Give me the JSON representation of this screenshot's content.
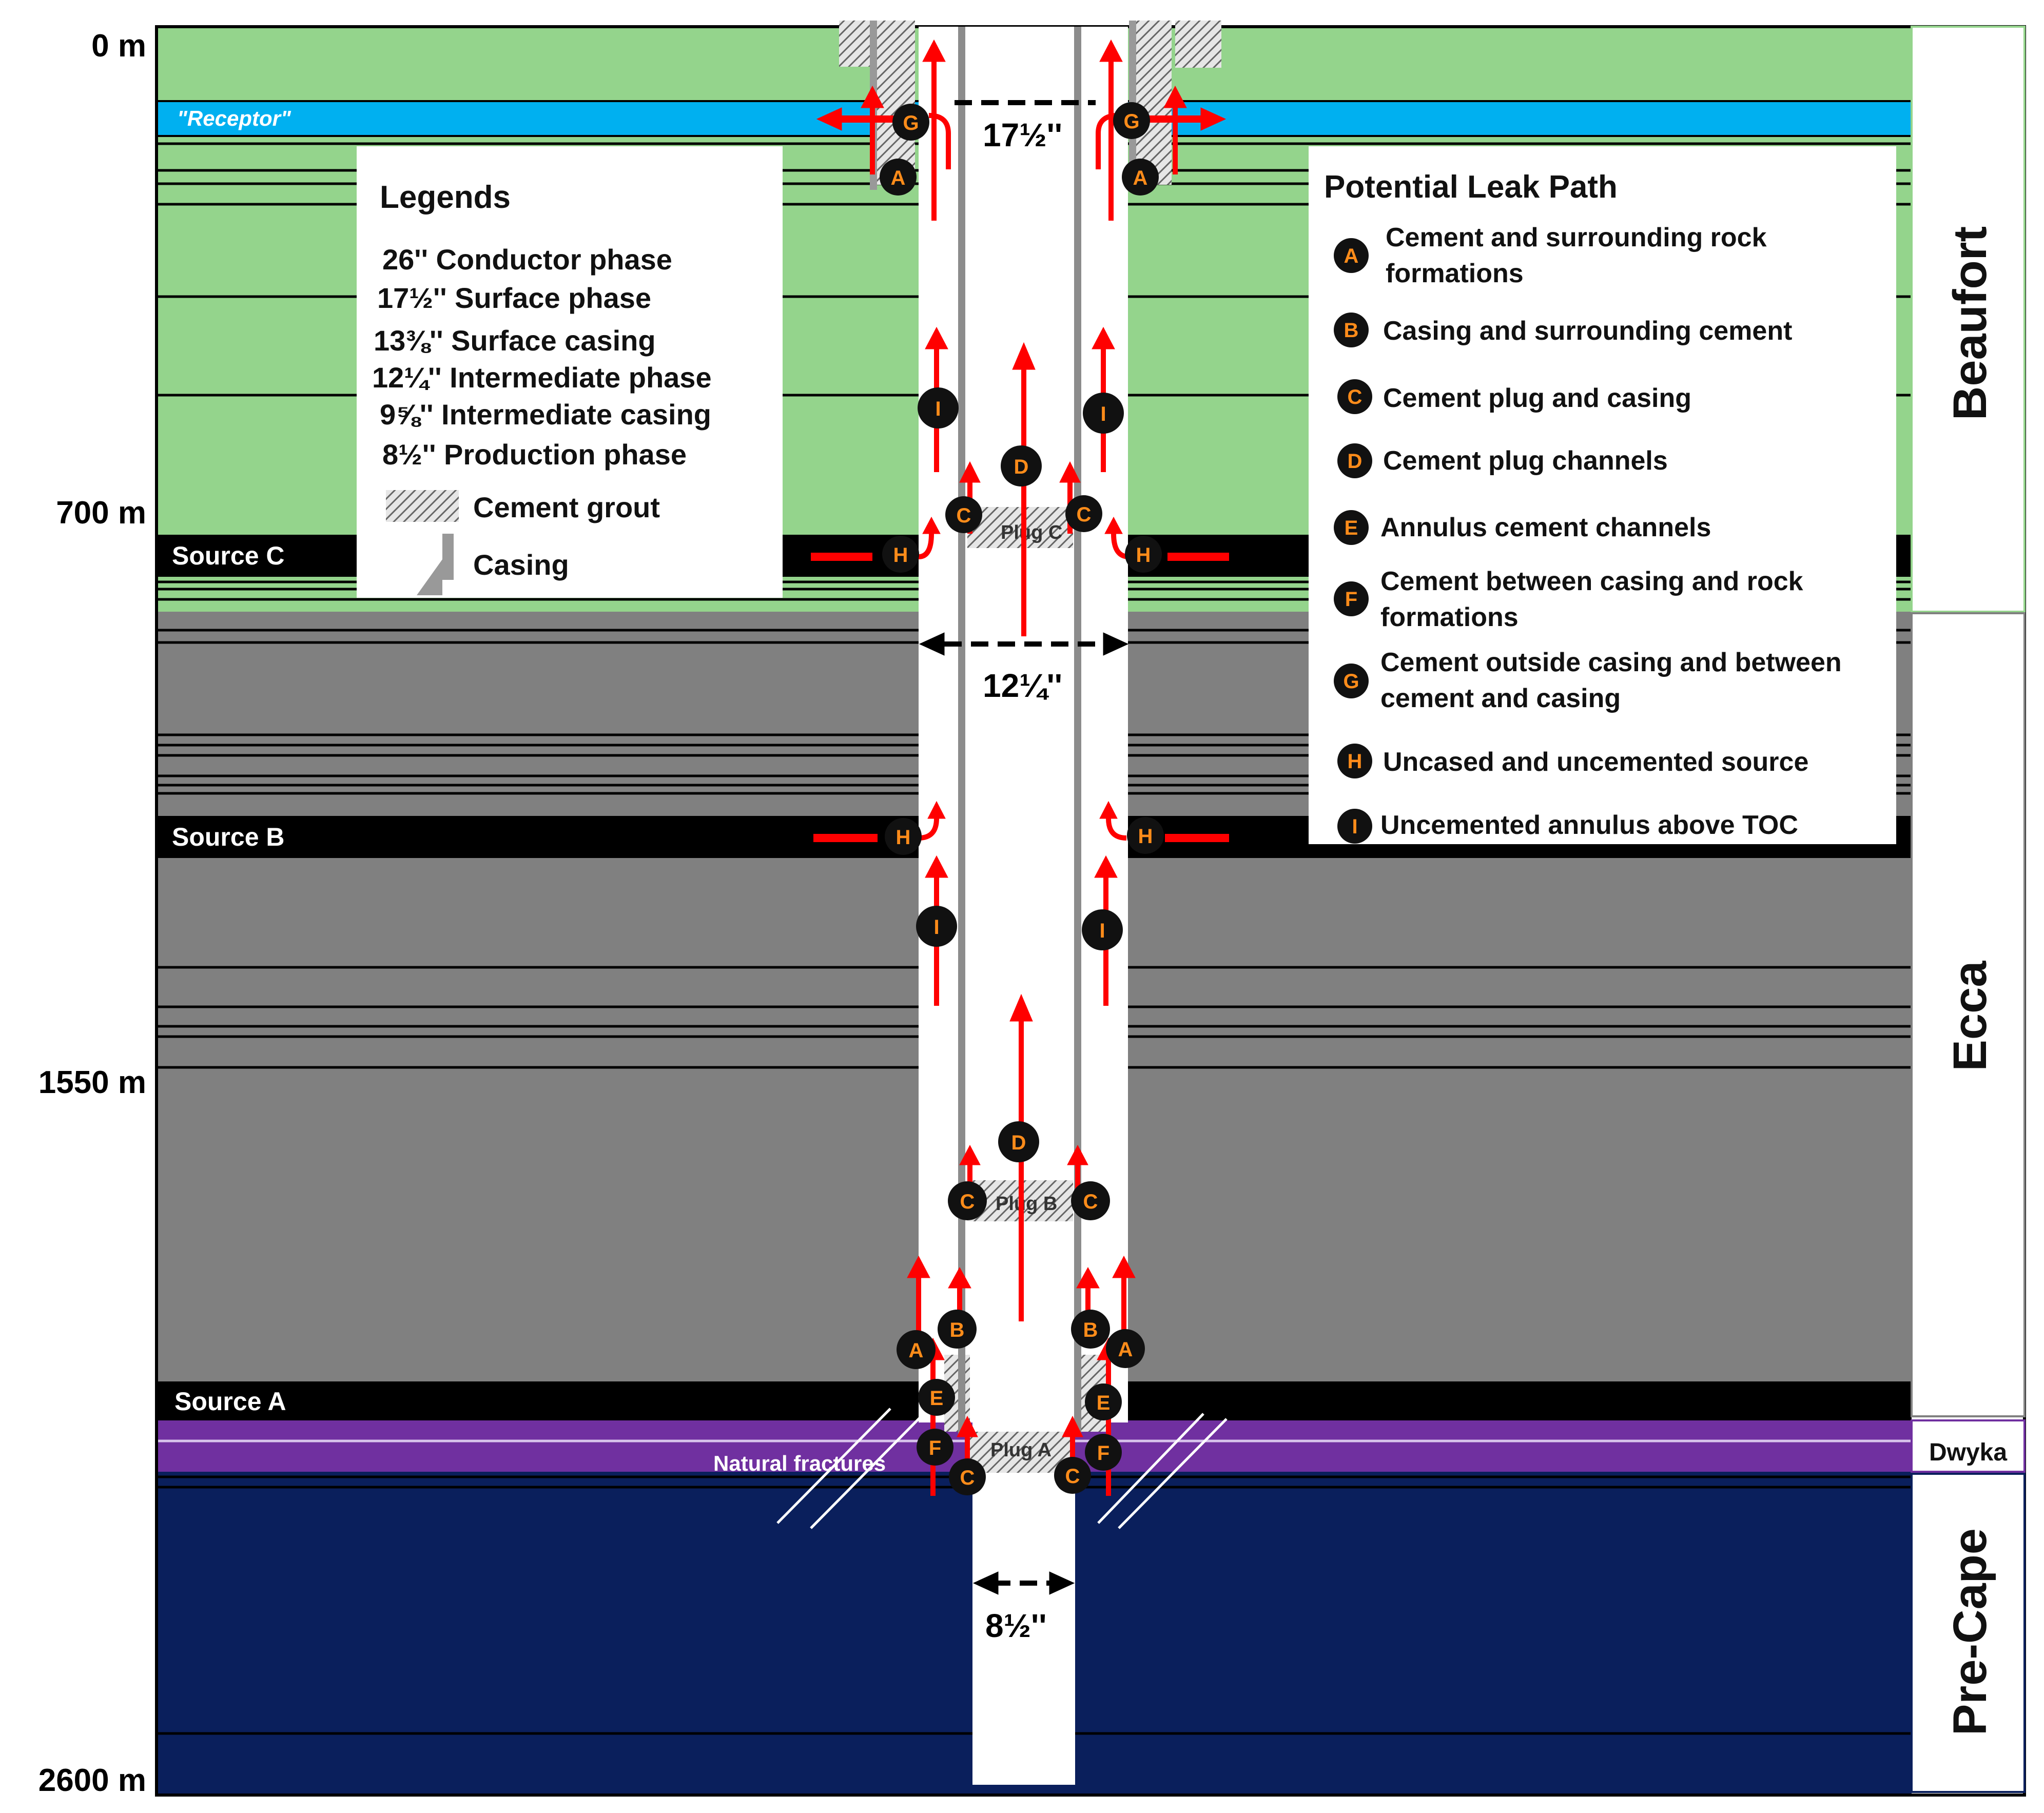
{
  "colors": {
    "beaufort": "#94d48c",
    "receptor": "#00b0f0",
    "ecca": "#808080",
    "dwyka": "#7030a0",
    "precape": "#0a1f5c",
    "source": "#000000",
    "arrow": "#ff0000",
    "badge_fill": "#111111",
    "badge_text": "#ff8c1a"
  },
  "depth_labels": [
    "0 m",
    "700 m",
    "1550 m",
    "2600 m"
  ],
  "layers": {
    "receptor": "\"Receptor\"",
    "source_c": "Source C",
    "source_b": "Source B",
    "source_a": "Source A",
    "natural_fractures": "Natural fractures"
  },
  "plugs": [
    "Plug C",
    "Plug B",
    "Plug A"
  ],
  "hole_widths": [
    "17½''",
    "12¼''",
    "8½''"
  ],
  "legend": {
    "title": "Legends",
    "items": [
      "26'' Conductor phase",
      "17½'' Surface phase",
      "13⅜'' Surface casing",
      "12¼'' Intermediate phase",
      "9⅝'' Intermediate casing",
      "8½'' Production phase"
    ],
    "cement": "Cement grout",
    "casing": "Casing"
  },
  "leak_paths": {
    "title": "Potential Leak Path",
    "items": [
      {
        "letter": "A",
        "lines": [
          "Cement and surrounding rock",
          "formations"
        ]
      },
      {
        "letter": "B",
        "lines": [
          "Casing and surrounding cement"
        ]
      },
      {
        "letter": "C",
        "lines": [
          "Cement plug and casing"
        ]
      },
      {
        "letter": "D",
        "lines": [
          "Cement plug channels"
        ]
      },
      {
        "letter": "E",
        "lines": [
          "Annulus cement channels"
        ]
      },
      {
        "letter": "F",
        "lines": [
          "Cement between casing and rock",
          "formations"
        ]
      },
      {
        "letter": "G",
        "lines": [
          "Cement outside casing and between",
          "cement and casing"
        ]
      },
      {
        "letter": "H",
        "lines": [
          "Uncased and uncemented source"
        ]
      },
      {
        "letter": "I",
        "lines": [
          "Uncemented annulus above TOC"
        ]
      }
    ]
  },
  "units": [
    "Beaufort",
    "Ecca",
    "Dwyka",
    "Pre-Cape"
  ]
}
